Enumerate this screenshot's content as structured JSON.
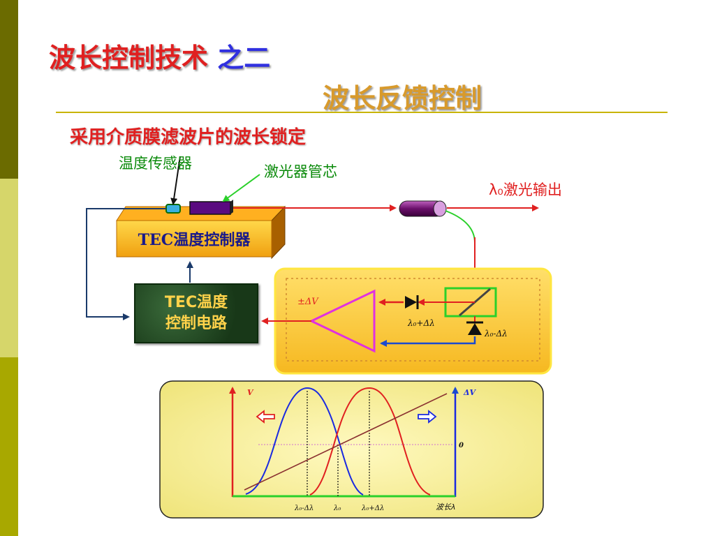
{
  "slide": {
    "title_main": "波长控制技术",
    "title_suffix": "之二",
    "title_sub": "波长反馈控制",
    "heading": "采用介质膜滤波片的波长锁定"
  },
  "labels": {
    "temp_sensor": "温度传感器",
    "laser_core": "激光器管芯",
    "output": "λ₀激光输出",
    "tec_controller": "TEC温度控制器",
    "tec_circuit_line1": "TEC温度",
    "tec_circuit_line2": "控制电路",
    "amp_voltage": "±ΔV",
    "det_plus": "λ₀+Δλ",
    "det_minus": "λ₀-Δλ"
  },
  "chart_data": {
    "type": "line",
    "y_left_label": "V",
    "y_right_label": "ΔV",
    "right_zero_label": "0",
    "x_axis_label": "波长λ",
    "x_ticks": [
      "λ₀-Δλ",
      "λ₀",
      "λ₀+Δλ"
    ],
    "series": [
      {
        "values": "Gaussian response peaking at λ₀-Δλ",
        "color": "#1a2ae0"
      },
      {
        "values": "Gaussian response peaking at λ₀+Δλ",
        "color": "#e02020"
      },
      {
        "values": "linear error signal, zero at λ₀",
        "color": "#8a3030"
      }
    ],
    "arrows": [
      "left",
      "right"
    ]
  },
  "colors": {
    "title_red": "#e02020",
    "title_blue": "#3030e0",
    "title_gold": "#d89a2c",
    "label_green": "#0a8a0a"
  }
}
